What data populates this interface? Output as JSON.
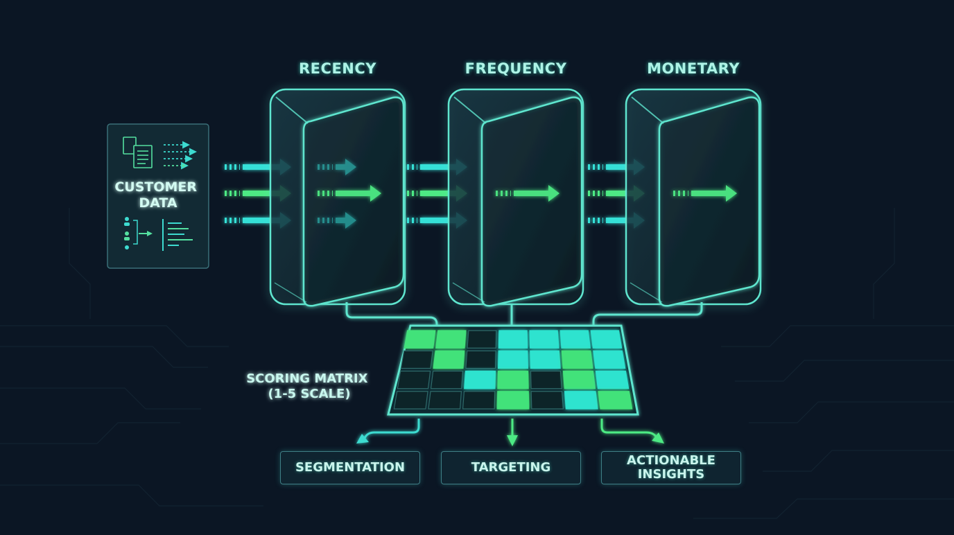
{
  "source": {
    "label_line1": "CUSTOMER",
    "label_line2": "DATA"
  },
  "stages": [
    {
      "id": "recency",
      "title": "RECENCY"
    },
    {
      "id": "frequency",
      "title": "FREQUENCY"
    },
    {
      "id": "monetary",
      "title": "MONETARY"
    }
  ],
  "matrix": {
    "label_line1": "SCORING MATRIX",
    "label_line2": "(1-5 SCALE)",
    "rows": 4,
    "cols": 7,
    "cells": [
      "g",
      "g",
      "d",
      "c",
      "c",
      "c",
      "c",
      "d",
      "g",
      "d",
      "c",
      "c",
      "g",
      "c",
      "d",
      "d",
      "c",
      "g",
      "d",
      "g",
      "c",
      "d",
      "d",
      "d",
      "g",
      "d",
      "c",
      "g"
    ]
  },
  "outputs": [
    {
      "label_line1": "SEGMENTATION",
      "label_line2": ""
    },
    {
      "label_line1": "TARGETING",
      "label_line2": ""
    },
    {
      "label_line1": "ACTIONABLE",
      "label_line2": "INSIGHTS"
    }
  ],
  "colors": {
    "background": "#0b1624",
    "cyan": "#35e0d7",
    "green": "#4eea84",
    "outline": "#5fe6cf",
    "panel": "#122a34"
  },
  "icons": [
    "documents-icon",
    "arrows-icon",
    "people-icon",
    "bar-list-icon",
    "circuit-traces"
  ]
}
